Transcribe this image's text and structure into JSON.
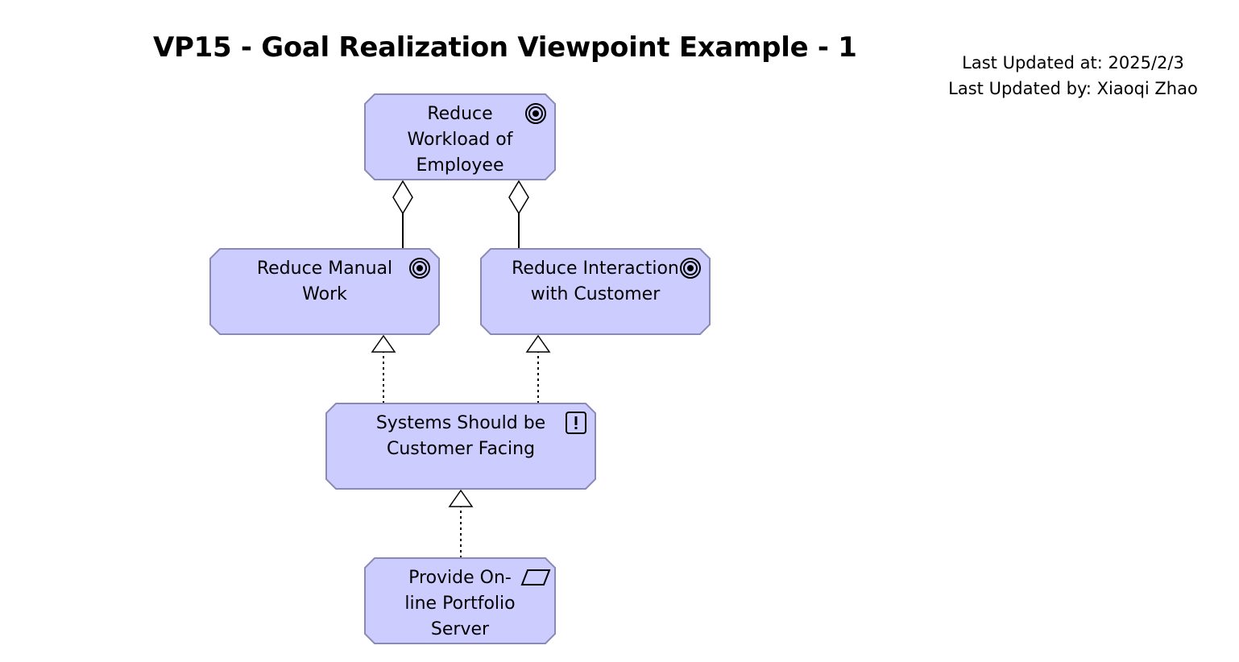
{
  "title": "VP15 - Goal Realization Viewpoint Example - 1",
  "meta": {
    "updated_at": "Last Updated at: 2025/2/3",
    "updated_by": "Last Updated by: Xiaoqi Zhao"
  },
  "colors": {
    "node_fill": "#ccccff",
    "node_stroke": "#8a8ab4",
    "line": "#000000"
  },
  "nodes": [
    {
      "id": "reduce-workload",
      "kind": "goal",
      "icon": "goal-icon",
      "lines": [
        "Reduce",
        "Workload of",
        "Employee"
      ]
    },
    {
      "id": "reduce-manual-work",
      "kind": "goal",
      "icon": "goal-icon",
      "lines": [
        "Reduce Manual",
        "Work"
      ]
    },
    {
      "id": "reduce-interaction",
      "kind": "goal",
      "icon": "goal-icon",
      "lines": [
        "Reduce Interaction",
        "with Customer"
      ]
    },
    {
      "id": "customer-facing",
      "kind": "principle",
      "icon": "principle-icon",
      "lines": [
        "Systems Should be",
        "Customer Facing"
      ]
    },
    {
      "id": "online-portfolio",
      "kind": "requirement",
      "icon": "requirement-icon",
      "lines": [
        "Provide On-",
        "line Portfolio",
        "Server"
      ]
    }
  ],
  "relations": [
    {
      "type": "aggregation",
      "from": "reduce-manual-work",
      "to": "reduce-workload"
    },
    {
      "type": "aggregation",
      "from": "reduce-interaction",
      "to": "reduce-workload"
    },
    {
      "type": "realization",
      "from": "customer-facing",
      "to": "reduce-manual-work"
    },
    {
      "type": "realization",
      "from": "customer-facing",
      "to": "reduce-interaction"
    },
    {
      "type": "realization",
      "from": "online-portfolio",
      "to": "customer-facing"
    }
  ]
}
